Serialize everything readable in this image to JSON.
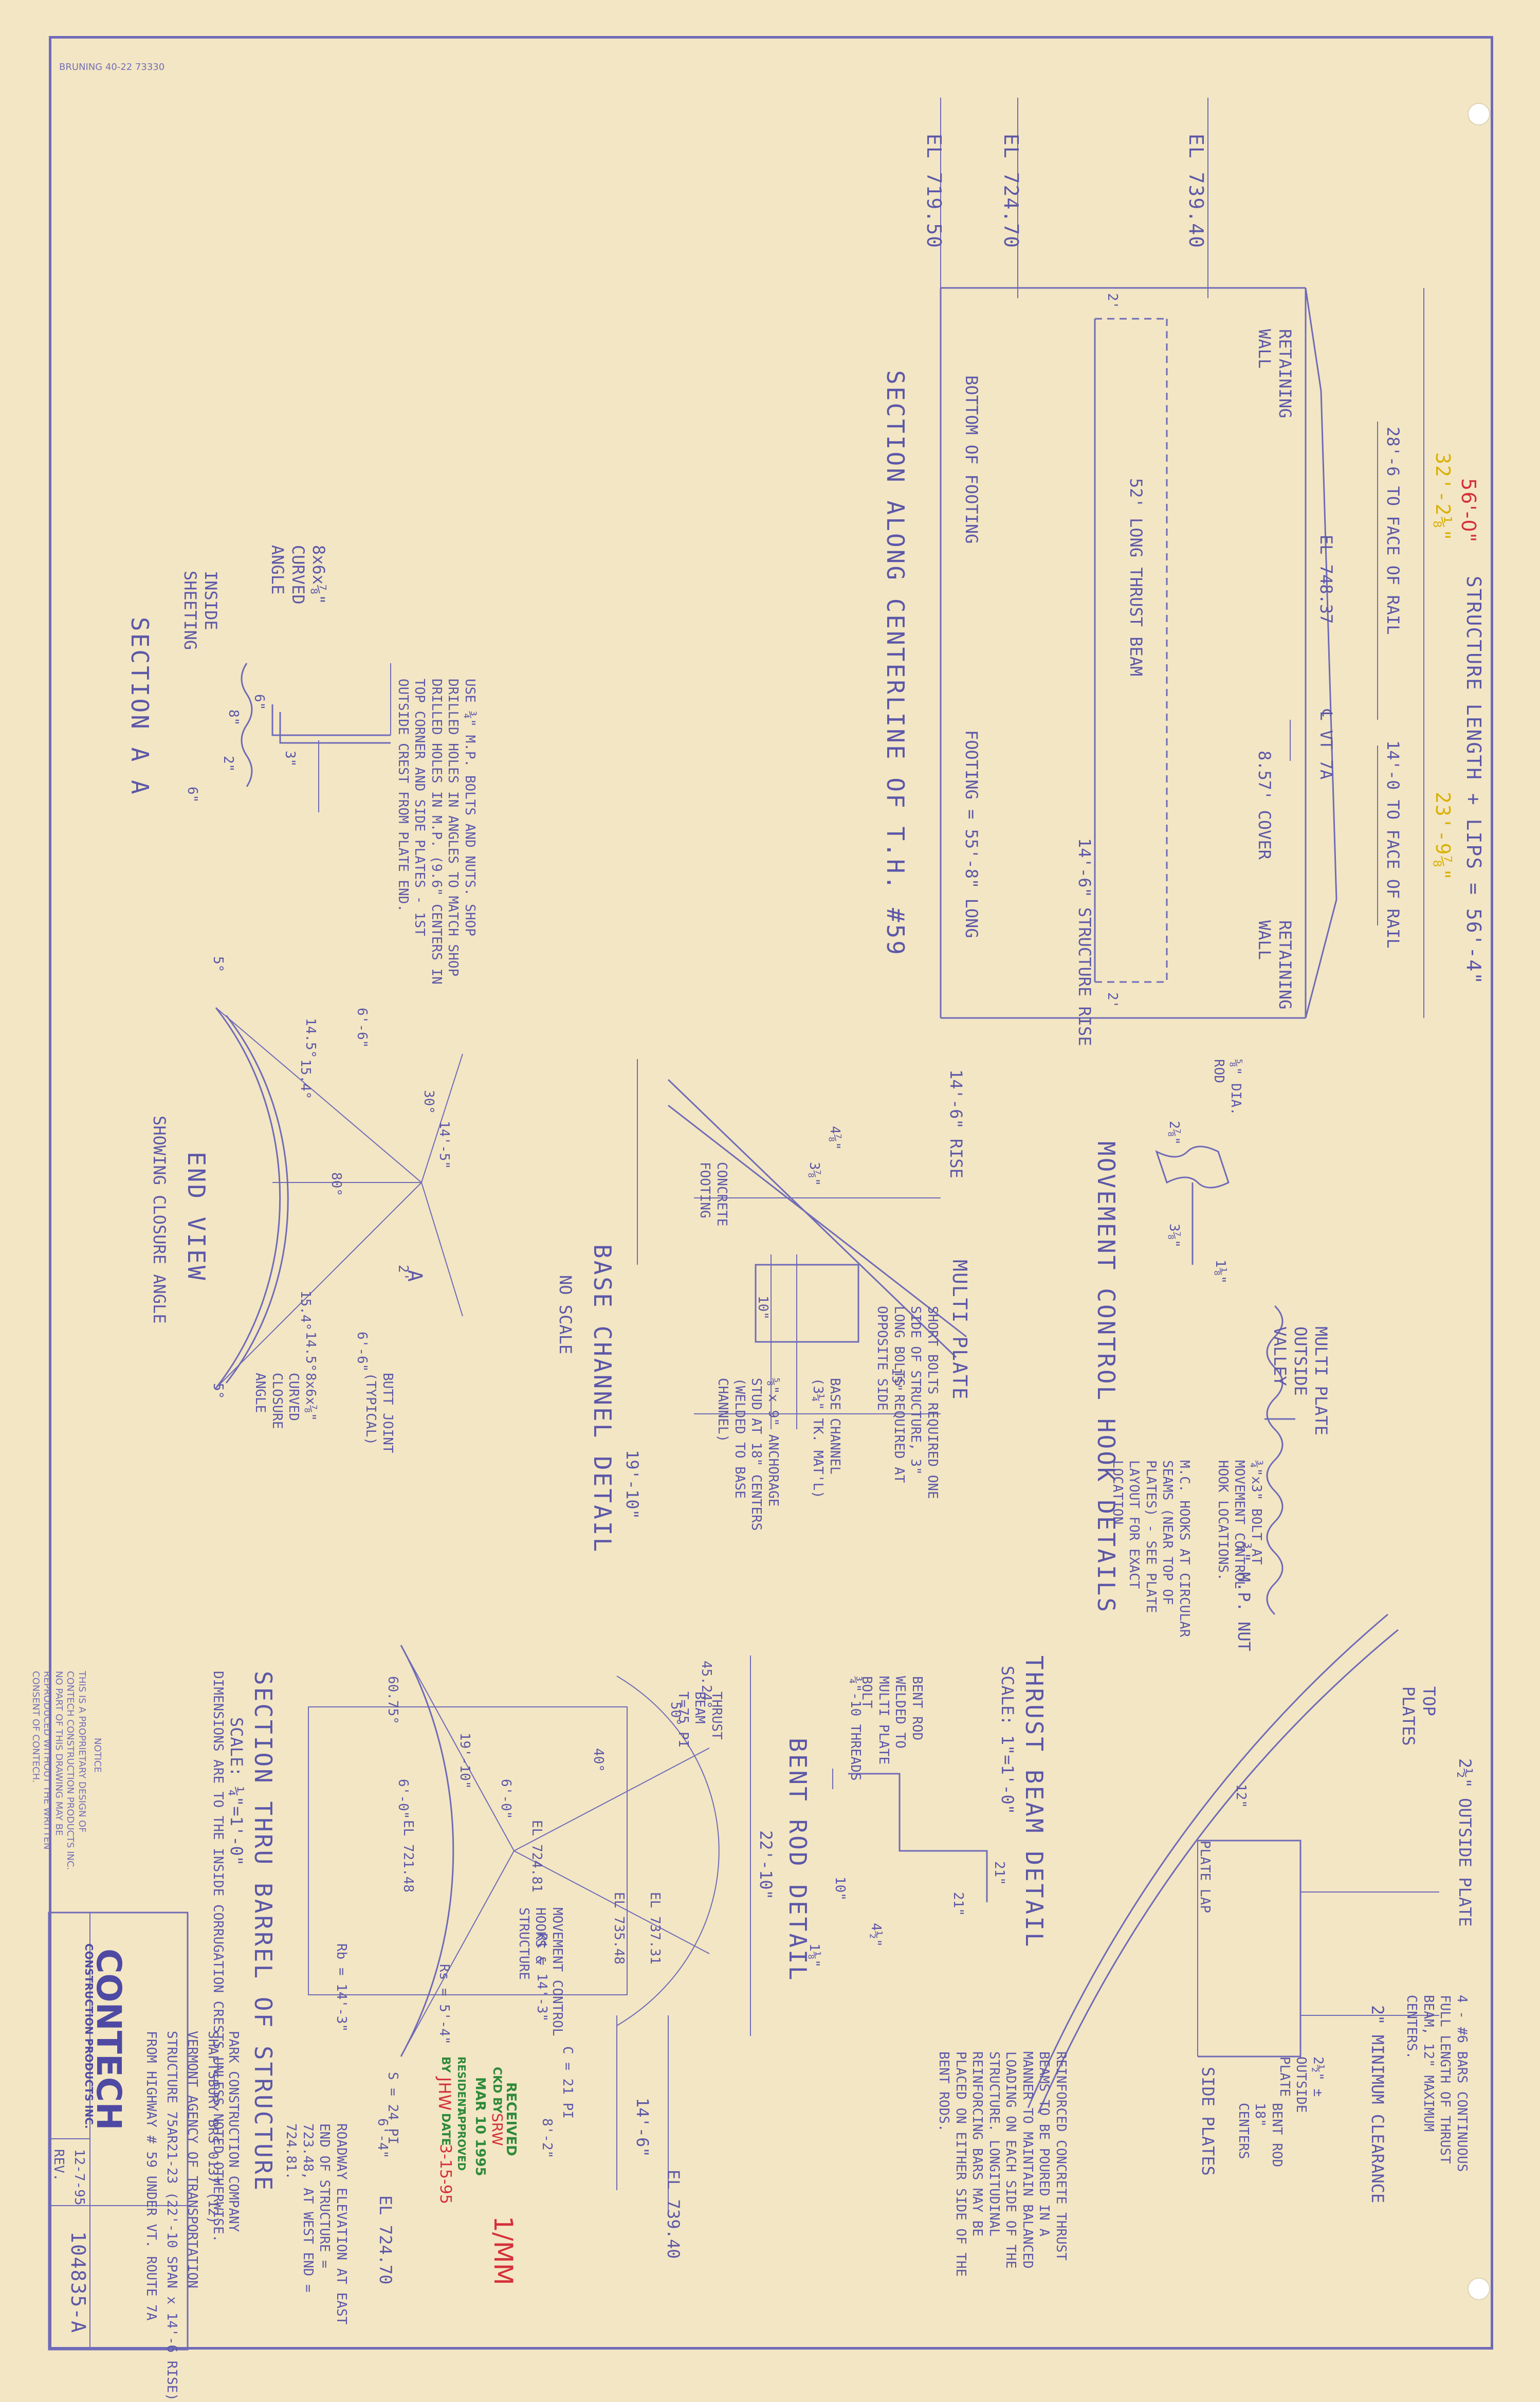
{
  "sheet": {
    "stamp_top": "BRUNING 40-22 73330",
    "elevations": {
      "top": "EL 739.40",
      "mid": "EL 724.70",
      "bottom": "EL 719.50"
    },
    "section_centerline": {
      "title": "SECTION ALONG CENTERLINE OF T.H. #59",
      "structure_length": "STRUCTURE LENGTH + LIPS = 56'-4\"",
      "dim_total": "56'-0\"",
      "dim_left": "32'-2⅛\"",
      "dim_right": "23'-9⅞\"",
      "to_face_left": "28'-6 TO FACE OF RAIL",
      "to_face_right": "14'-0 TO FACE OF RAIL",
      "el_rail": "EL 748.37",
      "centerline": "℄ VT 7A",
      "cover": "8.57' COVER",
      "retaining_wall_left": "RETAINING WALL",
      "retaining_wall_right": "RETAINING WALL",
      "thrust_beam": "52' LONG THRUST BEAM",
      "structure_rise": "14'-6\" STRUCTURE RISE",
      "footing_bottom": "BOTTOM OF FOOTING",
      "footing_length": "FOOTING = 55'-8\" LONG",
      "dim_2a": "2'",
      "dim_2b": "2'"
    },
    "section_aa": {
      "title": "SECTION A A",
      "note": "USE ¾\" M.P. BOLTS AND NUTS. SHOP DRILLED HOLES IN ANGLES TO MATCH SHOP DRILLED HOLES IN M.P. (9.6\" CENTERS IN TOP CORNER AND SIDE PLATES - 1ST OUTSIDE CREST FROM PLATE END.",
      "angle": "8x6x⅞\" CURVED ANGLE",
      "inside": "INSIDE SHEETING",
      "d1": "6\"",
      "d2": "8\"",
      "d3": "2\"",
      "d4": "3\"",
      "d5": "6\""
    },
    "end_view": {
      "title": "END VIEW",
      "subtitle": "SHOWING CLOSURE ANGLE",
      "butt_joint": "BUTT JOINT (TYPICAL)",
      "closure": "8x6x⅞\" CURVED CLOSURE ANGLE",
      "angles": [
        "30°",
        "80°",
        "14.5°",
        "15.4°",
        "15.4°",
        "14.5°",
        "5°",
        "5°"
      ],
      "dims": [
        "6'-6\"",
        "6'-6\"",
        "14'-5\"",
        "2'"
      ],
      "section_mark": "A"
    },
    "base_channel": {
      "title": "BASE CHANNEL DETAIL",
      "subtitle": "NO SCALE",
      "multi_plate": "MULTI PLATE",
      "note": "SHORT BOLTS REQUIRED ONE SIDE OF STRUCTURE, 3\" LONG BOLTS REQUIRED AT OPPOSITE SIDE",
      "channel": "BASE CHANNEL (3¼\" TK. MAT'L)",
      "anchor": "⅝\"x 9\" ANCHORAGE STUD AT 18\" CENTERS (WELDED TO BASE CHANNEL)",
      "concrete": "CONCRETE FOOTING",
      "rise": "14'-6\" RISE",
      "span": "19'-10\"",
      "d_a": "4⅞\"",
      "d_b": "3⅞\"",
      "d_c": "15\"",
      "d_d": "10\""
    },
    "barrel": {
      "title": "SECTION THRU BARREL OF STRUCTURE",
      "scale": "SCALE: ¼\"=1'-0\"",
      "dims_note": "DIMENSIONS ARE TO THE INSIDE CORRUGATION CRESTS UNLESS NOTED OTHERWISE.",
      "thrust_beam": "THRUST BEAM T=75 PI",
      "movement_hooks": "MOVEMENT CONTROL HOOKS & STRUCTURE",
      "span": "22'-10\"",
      "rise": "14'-6\"",
      "elev": [
        "EL 737.31",
        "EL 735.48",
        "EL 721.48",
        "EL 724.81"
      ],
      "radii": [
        "Rt = 14'-3\"",
        "Rs = 5'-4\"",
        "Rb = 14'-3\""
      ],
      "angles": [
        "50°",
        "40°",
        "45.24°",
        "60.75°"
      ],
      "dims": [
        "6'-0\"",
        "6'-0\"",
        "19'-10\"",
        "C = 21 PI",
        "S = 24 PI",
        "6'-4\"",
        "8'-2\""
      ],
      "el_top": "EL 739.40",
      "el_bottom": "EL 724.70",
      "roadway": "ROADWAY ELEVATION AT EAST END OF STRUCTURE = 723.48, AT WEST END = 724.81."
    },
    "hook_detail": {
      "title": "MOVEMENT CONTROL HOOK DETAILS",
      "rod": "⅝\" DIA. ROD",
      "d1": "2⅞\"",
      "d2": "3⅞\"",
      "d3": "1⅛\"",
      "multi_plate": "MULTI PLATE OUTSIDE VALLEY",
      "bolt": "¾\"x3\" BOLT AT MOVEMENT CONTROL HOOK LOCATIONS.",
      "hooks_note": "M.C. HOOKS AT CIRCULAR SEAMS (NEAR TOP OF PLATES) - SEE PLATE LAYOUT FOR EXACT LOCATION"
    },
    "thrust_beam_detail": {
      "title": "THRUST BEAM DETAIL",
      "scale": "SCALE: 1\"=1'-0\"",
      "top_plates": "TOP PLATES",
      "outside_plate": "2½\" OUTSIDE PLATE",
      "bars": "4 - #6 BARS CONTINUOUS FULL LENGTH OF THRUST BEAM, 12\" MAXIMUM CENTERS.",
      "clearance": "2\" MINIMUM CLEARANCE",
      "outside": "2½\" ± OUTSIDE PLATE",
      "bent_rod": "BENT ROD 18\" CENTERS",
      "side_plates": "SIDE PLATES",
      "bolt": "¾\" M.P. NUT",
      "plate_lap": "PLATE LAP",
      "d1": "21\"",
      "d2": "12\"",
      "notes": "REINFORCED CONCRETE THRUST BEAMS TO BE POURED IN A MANNER TO MAINTAIN BALANCED LOADING ON EACH SIDE OF THE STRUCTURE. LONGITUDINAL REINFORCING BARS MAY BE PLACED ON EITHER SIDE OF THE BENT RODS."
    },
    "bent_rod": {
      "title": "BENT ROD DETAIL",
      "note": "BENT ROD WELDED TO MULTI PLATE BOLT",
      "threads": "¾\"-10 THREADS",
      "d1": "21\"",
      "d2": "10\"",
      "d3": "1⅛\"",
      "d4": "4½\""
    },
    "title_block": {
      "logo": "CONTECH",
      "logo_sub": "CONSTRUCTION PRODUCTS INC.",
      "lines": [
        "PARK CONSTRUCTION COMPANY",
        "SHAFTSBURY BRS 0137 (12)",
        "VERMONT AGENCY OF TRANSPORTATION",
        "STRUCTURE 75AR21-23 (22'-10 SPAN x 14'-6 RISE)",
        "FROM HIGHWAY # 59 UNDER VT. ROUTE 7A"
      ],
      "date": "12-7-95",
      "rev": "REV.",
      "drawing_no": "104835-A",
      "notice_title": "NOTICE",
      "notice": "THIS IS A PROPRIETARY DESIGN OF CONTECH CONSTRUCTION PRODUCTS INC. NO PART OF THIS DRAWING MAY BE REPRODUCED WITHOUT THE WRITTEN CONSENT OF CONTECH."
    },
    "stamps": {
      "received": "RECEIVED",
      "ckd_by": "CKD BY",
      "initials_1": "SRW",
      "date_received": "MAR 10 1995",
      "resident": "RESIDENT",
      "approved": "APPROVED",
      "by": "BY",
      "by_initials": "JHW",
      "date": "DATE",
      "date_value": "3-15-95",
      "signature": "1/MM"
    }
  }
}
